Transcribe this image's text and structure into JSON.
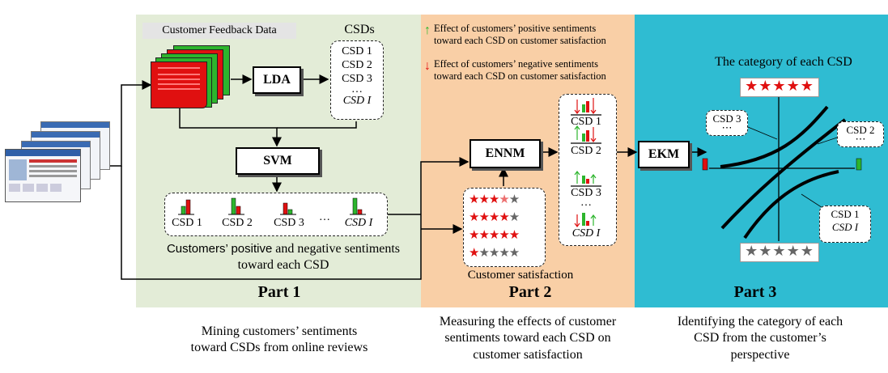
{
  "part1": {
    "title": "Part 1",
    "caption_line1": "Mining customers’ sentiments",
    "caption_line2": "toward CSDs from online reviews",
    "data_label": "Customer Feedback  Data",
    "csds_title": "CSDs",
    "csd_list": [
      "CSD 1",
      "CSD 2",
      "CSD 3",
      "…",
      "CSD I"
    ],
    "lda": "LDA",
    "svm": "SVM",
    "bars_labels": [
      "CSD 1",
      "CSD 2",
      "CSD 3",
      "…",
      "CSD I"
    ],
    "sentiment_line1_a": "Customers’ ",
    "sentiment_line1_b": "positive",
    "sentiment_line1_c": " and negative sentiments",
    "sentiment_line2": "toward each CSD"
  },
  "part2": {
    "title": "Part 2",
    "caption_line1": "Measuring the effects of customer",
    "caption_line2": "sentiments toward each CSD on",
    "caption_line3": "customer satisfaction",
    "legend_pos_line1": "Effect of customers’  positive  sentiments",
    "legend_pos_line2": "toward each CSD on customer satisfaction",
    "legend_neg_line1": "Effect of customers’  negative sentiments",
    "legend_neg_line2": "toward each CSD on customer satisfaction",
    "ennm": "ENNM",
    "satisfaction_label": "Customer satisfaction",
    "effect_labels": [
      "CSD 1",
      "CSD 2",
      "CSD 3",
      "…",
      "CSD I"
    ]
  },
  "part3": {
    "title": "Part 3",
    "caption_line1": "Identifying the category of each",
    "caption_line2": "CSD from the customer’s",
    "caption_line3": "perspective",
    "ekm": "EKM",
    "category_title": "The category of  each CSD",
    "callout_csd3": "CSD 3",
    "callout_csd2": "CSD 2",
    "callout_csd1_line1": "CSD 1",
    "callout_csd1_line2": "CSD I"
  },
  "colors": {
    "part1_bg": "#e3ecd7",
    "part2_bg": "#f9cfa6",
    "part3_bg": "#2fbcd2",
    "red": "#e01010",
    "green": "#2db52d"
  }
}
